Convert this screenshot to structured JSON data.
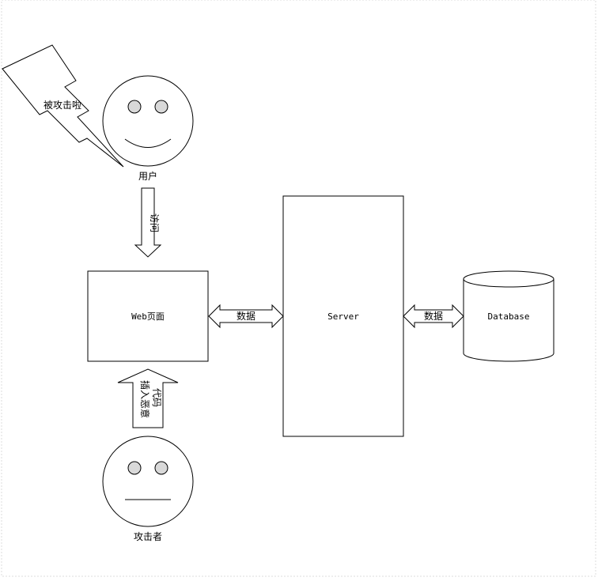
{
  "labels": {
    "attacked": "被攻击啦",
    "user": "用户",
    "visit": "访问",
    "webpage": "Web页面",
    "data_left": "数据",
    "server": "Server",
    "data_right": "数据",
    "database": "Database",
    "inject_line1": "插入恶意",
    "inject_line2": "代码",
    "attacker": "攻击者"
  },
  "colors": {
    "stroke": "#000000",
    "fill": "#ffffff",
    "eye": "#d9d9d9",
    "frame": "#dcdcdc"
  },
  "icons": {
    "lightning": "lightning-bolt-icon",
    "user_face": "smiley-face-icon",
    "attacker_face": "neutral-face-icon",
    "database": "cylinder-database-icon"
  }
}
